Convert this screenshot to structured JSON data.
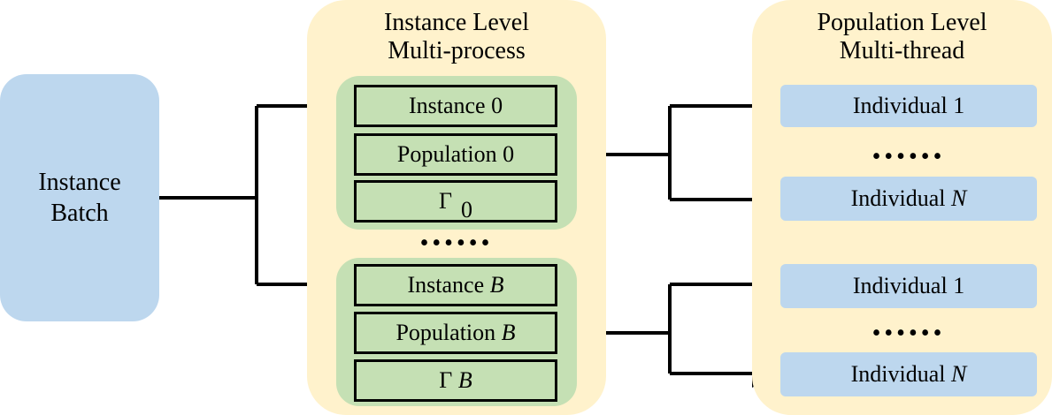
{
  "batch": {
    "line1": "Instance",
    "line2": "Batch"
  },
  "instance_panel": {
    "title_line1": "Instance Level",
    "title_line2": "Multi-process",
    "groups": [
      {
        "instance_prefix": "Instance",
        "instance_index": "0",
        "population_prefix": "Population",
        "population_index": "0",
        "gamma_symbol": "Γ",
        "gamma_index": "0"
      },
      {
        "instance_prefix": "Instance",
        "instance_index": "B",
        "population_prefix": "Population",
        "population_index": "B",
        "gamma_symbol": "Γ",
        "gamma_index": "B"
      }
    ],
    "separator": "••••••"
  },
  "population_panel": {
    "title_line1": "Population Level",
    "title_line2": "Multi-thread",
    "groups": [
      {
        "first_prefix": "Individual",
        "first_index": "1",
        "separator": "••••••",
        "last_prefix": "Individual",
        "last_index": "N"
      },
      {
        "first_prefix": "Individual",
        "first_index": "1",
        "separator": "••••••",
        "last_prefix": "Individual",
        "last_index": "N"
      }
    ]
  },
  "colors": {
    "panel": "#fff2cc",
    "group": "#c5e0b4",
    "batch": "#bdd7ee",
    "individual": "#bdd7ee",
    "line": "#000000"
  }
}
